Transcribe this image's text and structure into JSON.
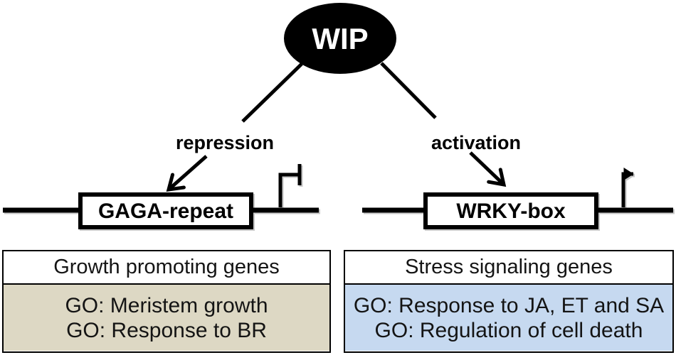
{
  "figure": {
    "regulator": {
      "label": "WIP"
    },
    "repression": {
      "relation_label": "repression",
      "cis_element": "GAGA-repeat",
      "panel": {
        "title": "Growth promoting genes",
        "go_terms": [
          "GO: Meristem growth",
          "GO: Response to BR"
        ],
        "body_color": "#ddd8c4"
      }
    },
    "activation": {
      "relation_label": "activation",
      "cis_element": "WRKY-box",
      "panel": {
        "title": "Stress signaling genes",
        "go_terms": [
          "GO: Response to JA, ET and SA",
          "GO: Regulation of cell death"
        ],
        "body_color": "#c6d9f0"
      }
    },
    "colors": {
      "node_fill": "#000000",
      "node_text": "#ffffff",
      "line": "#000000"
    }
  }
}
